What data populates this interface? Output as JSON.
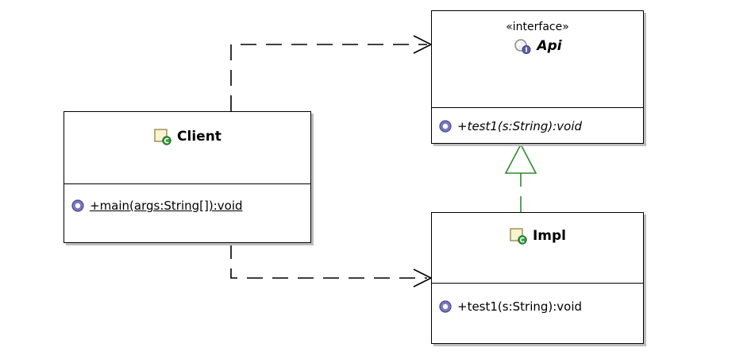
{
  "interface_api": {
    "stereotype": "«interface»",
    "name": "Api",
    "methods": [
      "+test1(s:String):void"
    ]
  },
  "class_client": {
    "name": "Client",
    "methods": [
      "+main(args:String[]):void"
    ]
  },
  "class_impl": {
    "name": "Impl",
    "methods": [
      "+test1(s:String):void"
    ]
  },
  "colors": {
    "realization": "#2e8b2e",
    "dependency": "#000000",
    "method_icon": "#6f6fb4"
  }
}
